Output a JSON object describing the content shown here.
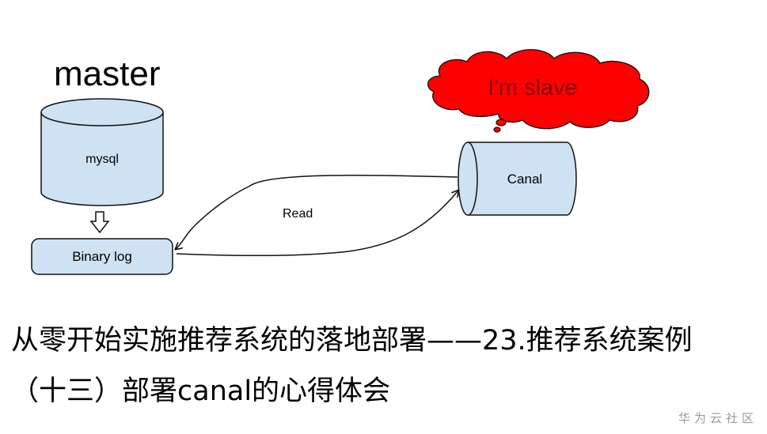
{
  "diagram": {
    "master_label": "master",
    "db_label": "mysql",
    "binlog_label": "Binary log",
    "canal_label": "Canal",
    "read_label": "Read",
    "cloud_label": "I'm slave"
  },
  "colors": {
    "node_fill": "#cfe2f3",
    "node_stroke": "#111111",
    "cloud_fill": "#ff0000",
    "cloud_text": "#8b0000"
  },
  "title": {
    "line1": "从零开始实施推荐系统的落地部署——23.推荐系统案例",
    "line2": "（十三）部署canal的心得体会"
  },
  "watermark": "华为云社区"
}
